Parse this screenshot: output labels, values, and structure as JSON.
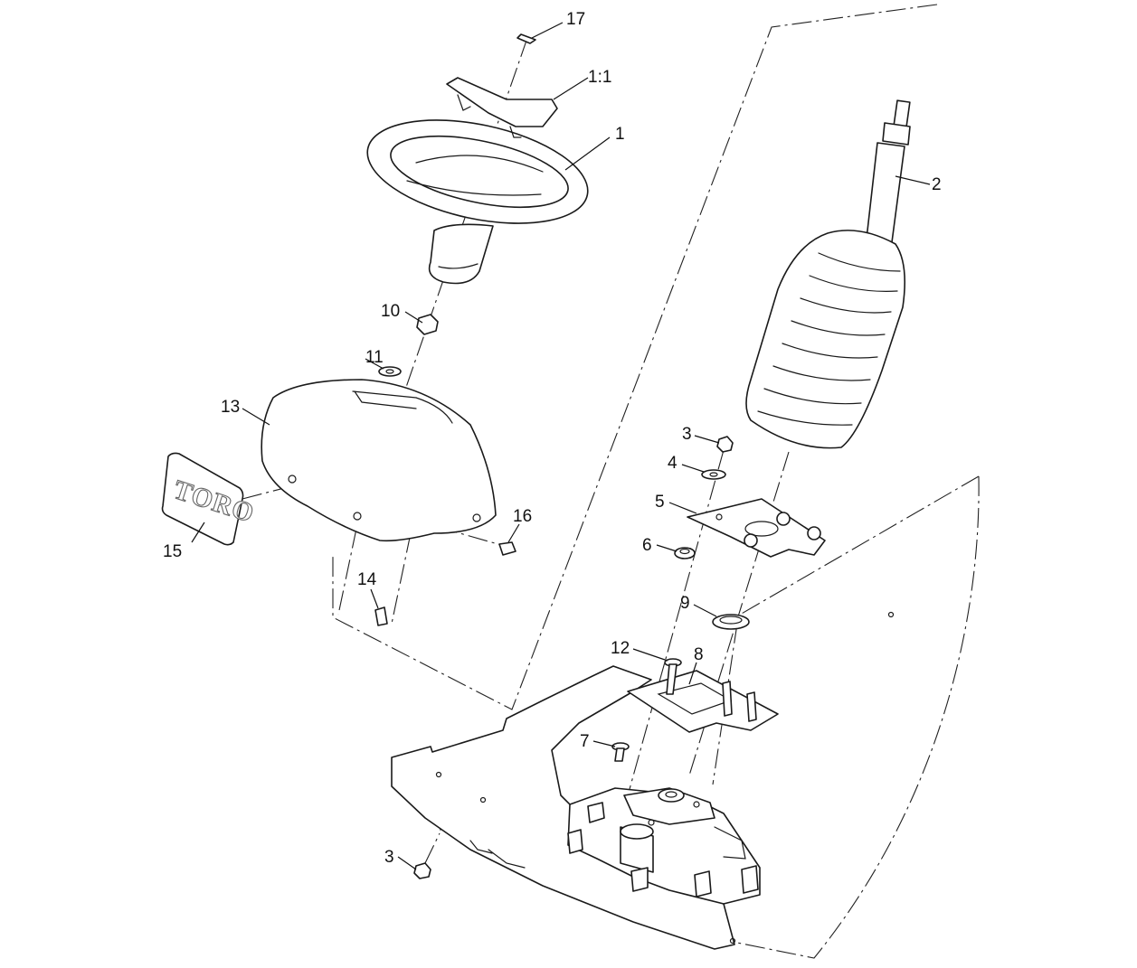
{
  "callouts": {
    "c17": "17",
    "c1_1": "1:1",
    "c1": "1",
    "c2": "2",
    "c10": "10",
    "c11": "11",
    "c13": "13",
    "c15": "15",
    "c16": "16",
    "c14": "14",
    "c3_top": "3",
    "c4": "4",
    "c5": "5",
    "c6": "6",
    "c9": "9",
    "c12": "12",
    "c8": "8",
    "c7": "7",
    "c3_bottom": "3"
  },
  "decal": {
    "brand": "TORO"
  },
  "colors": {
    "line": "#1a1a1a",
    "background": "#ffffff"
  }
}
